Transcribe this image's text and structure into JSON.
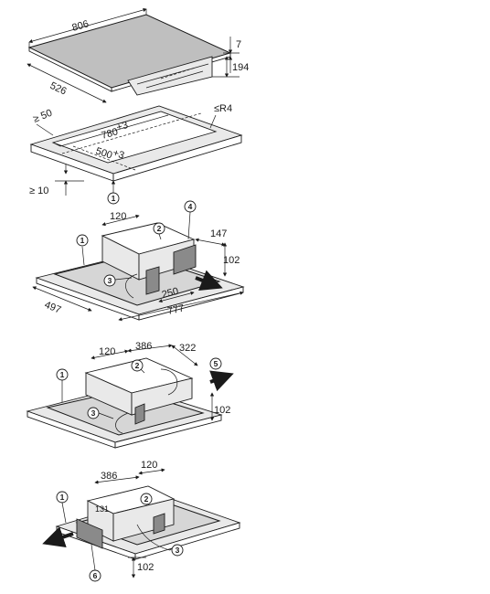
{
  "fig1": {
    "width": "806",
    "depth": "526",
    "thickness": "7",
    "height": "194"
  },
  "fig2": {
    "margin": "≥ 50",
    "radius": "≤R4",
    "cutout_width": "780",
    "cutout_width_tol": "+3",
    "cutout_depth": "500",
    "cutout_depth_tol": "+3",
    "worktop": "≥ 10"
  },
  "fig3": {
    "d120": "120",
    "d147": "147",
    "d102": "102",
    "d497": "497",
    "d250": "250",
    "d777": "777"
  },
  "fig4": {
    "d120": "120",
    "d386": "386",
    "d322": "322",
    "d102": "102"
  },
  "fig5": {
    "d386": "386",
    "d120": "120",
    "d131": "131",
    "d102": "102"
  },
  "callouts": {
    "c1": "1",
    "c2": "2",
    "c3": "3",
    "c4": "4",
    "c5": "5",
    "c6": "6"
  }
}
